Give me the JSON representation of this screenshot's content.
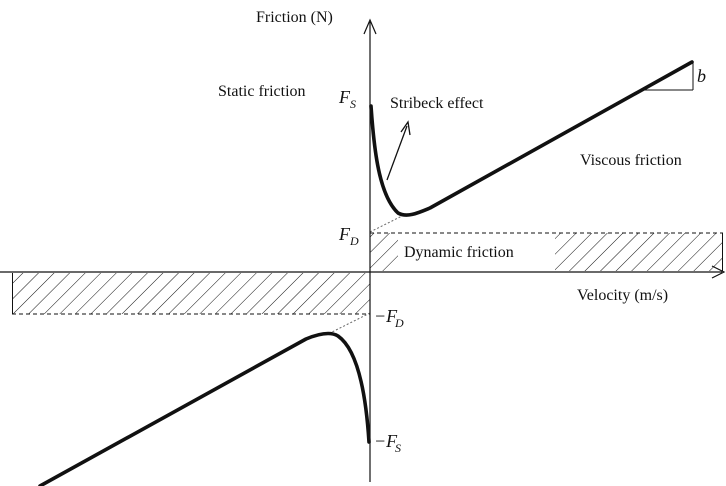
{
  "labels": {
    "y_axis": "Friction (N)",
    "x_axis": "Velocity (m/s)",
    "static_friction": "Static friction",
    "stribeck_effect": "Stribeck effect",
    "viscous_friction": "Viscous friction",
    "dynamic_friction": "Dynamic friction",
    "slope": "b"
  },
  "symbols": {
    "fs_main": "F",
    "fs_sub": "S",
    "fd_main": "F",
    "fd_sub": "D",
    "neg_fd_main": "−F",
    "neg_fd_sub": "D",
    "neg_fs_main": "−F",
    "neg_fs_sub": "S"
  },
  "colors": {
    "ink": "#111111",
    "background": "#ffffff"
  }
}
